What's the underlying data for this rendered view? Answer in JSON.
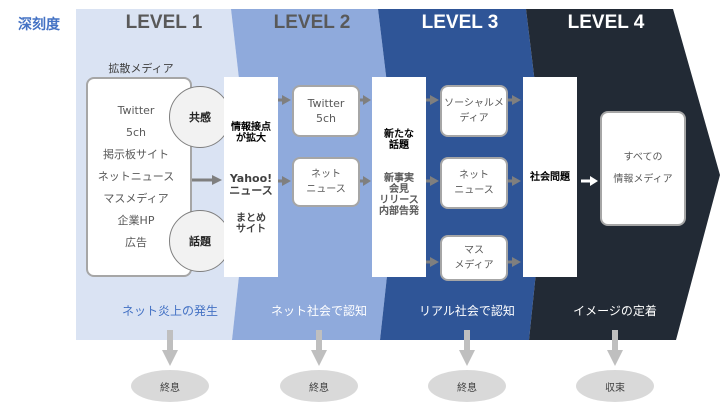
{
  "axis_label": "深刻度",
  "levels": [
    {
      "title": "LEVEL 1",
      "stage": "ネット炎上の発生",
      "outcome": "終息",
      "color": "#dae3f3"
    },
    {
      "title": "LEVEL 2",
      "stage": "ネット社会で認知",
      "outcome": "終息",
      "color": "#8faadc"
    },
    {
      "title": "LEVEL 3",
      "stage": "リアル社会で認知",
      "outcome": "終息",
      "color": "#2f5597"
    },
    {
      "title": "LEVEL 4",
      "stage": "イメージの定着",
      "outcome": "収束",
      "color": "#222a35"
    }
  ],
  "level1": {
    "heading": "拡散メディア",
    "media": [
      "Twitter",
      "5ch",
      "掲示板サイト",
      "ネットニュース",
      "マスメディア",
      "企業HP",
      "広告"
    ],
    "circle_top": "共感",
    "circle_bottom": "話題"
  },
  "column1": {
    "top": "情報接点\nが拡大",
    "middle": "Yahoo!\nニュース",
    "bottom": "まとめ\nサイト"
  },
  "level2_boxes": [
    "Twitter\n5ch",
    "ネット\nニュース"
  ],
  "column2": {
    "top": "新たな\n話題",
    "bottom": "新事実\n会見\nリリース\n内部告発"
  },
  "level3_boxes": [
    "ソーシャルメ\nディア",
    "ネット\nニュース",
    "マス\nメディア"
  ],
  "column3": {
    "label": "社会問題"
  },
  "level4_box": "すべての\n情報メディア"
}
